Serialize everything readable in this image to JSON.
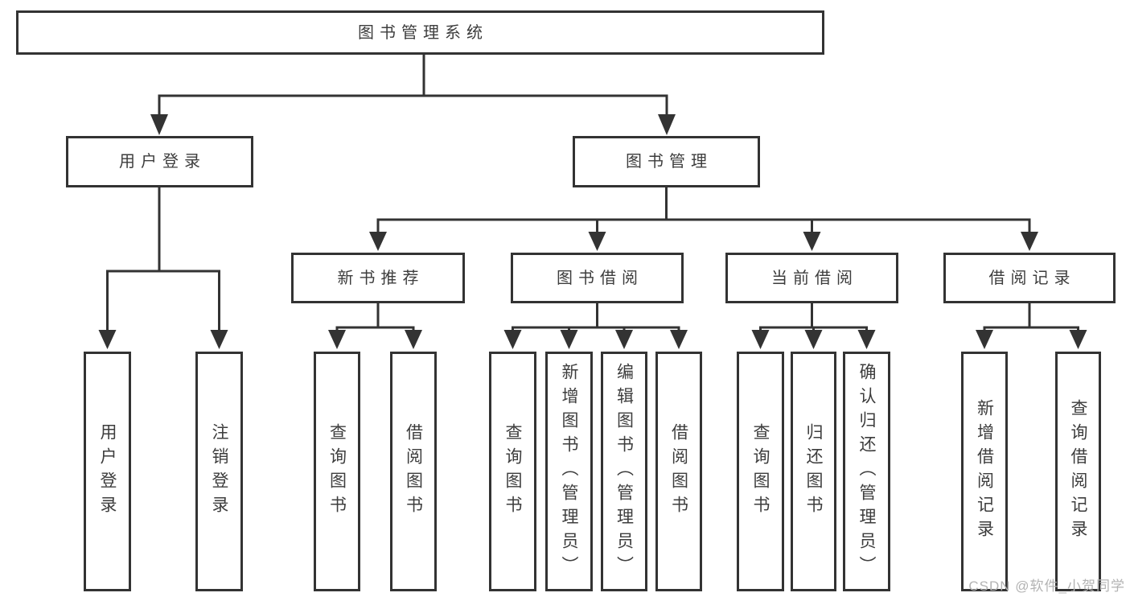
{
  "tree": {
    "label": "图书管理系统",
    "children": [
      {
        "label": "用户登录",
        "children": [
          {
            "label": "用户登录"
          },
          {
            "label": "注销登录"
          }
        ]
      },
      {
        "label": "图书管理",
        "children": [
          {
            "label": "新书推荐",
            "children": [
              {
                "label": "查询图书"
              },
              {
                "label": "借阅图书"
              }
            ]
          },
          {
            "label": "图书借阅",
            "children": [
              {
                "label": "查询图书"
              },
              {
                "label": "新增图书（管理员）"
              },
              {
                "label": "编辑图书（管理员）"
              },
              {
                "label": "借阅图书"
              }
            ]
          },
          {
            "label": "当前借阅",
            "children": [
              {
                "label": "查询图书"
              },
              {
                "label": "归还图书"
              },
              {
                "label": "确认归还（管理员）"
              }
            ]
          },
          {
            "label": "借阅记录",
            "children": [
              {
                "label": "新增借阅记录"
              },
              {
                "label": "查询借阅记录"
              }
            ]
          }
        ]
      }
    ]
  },
  "watermark": {
    "text": "CSDN @软件_小贺同学"
  },
  "colors": {
    "line": "#333333",
    "node_border": "#333333",
    "node_fill": "#ffffff",
    "text": "#3d3d3d",
    "watermark": "#b3b3b3",
    "background": "#ffffff"
  }
}
